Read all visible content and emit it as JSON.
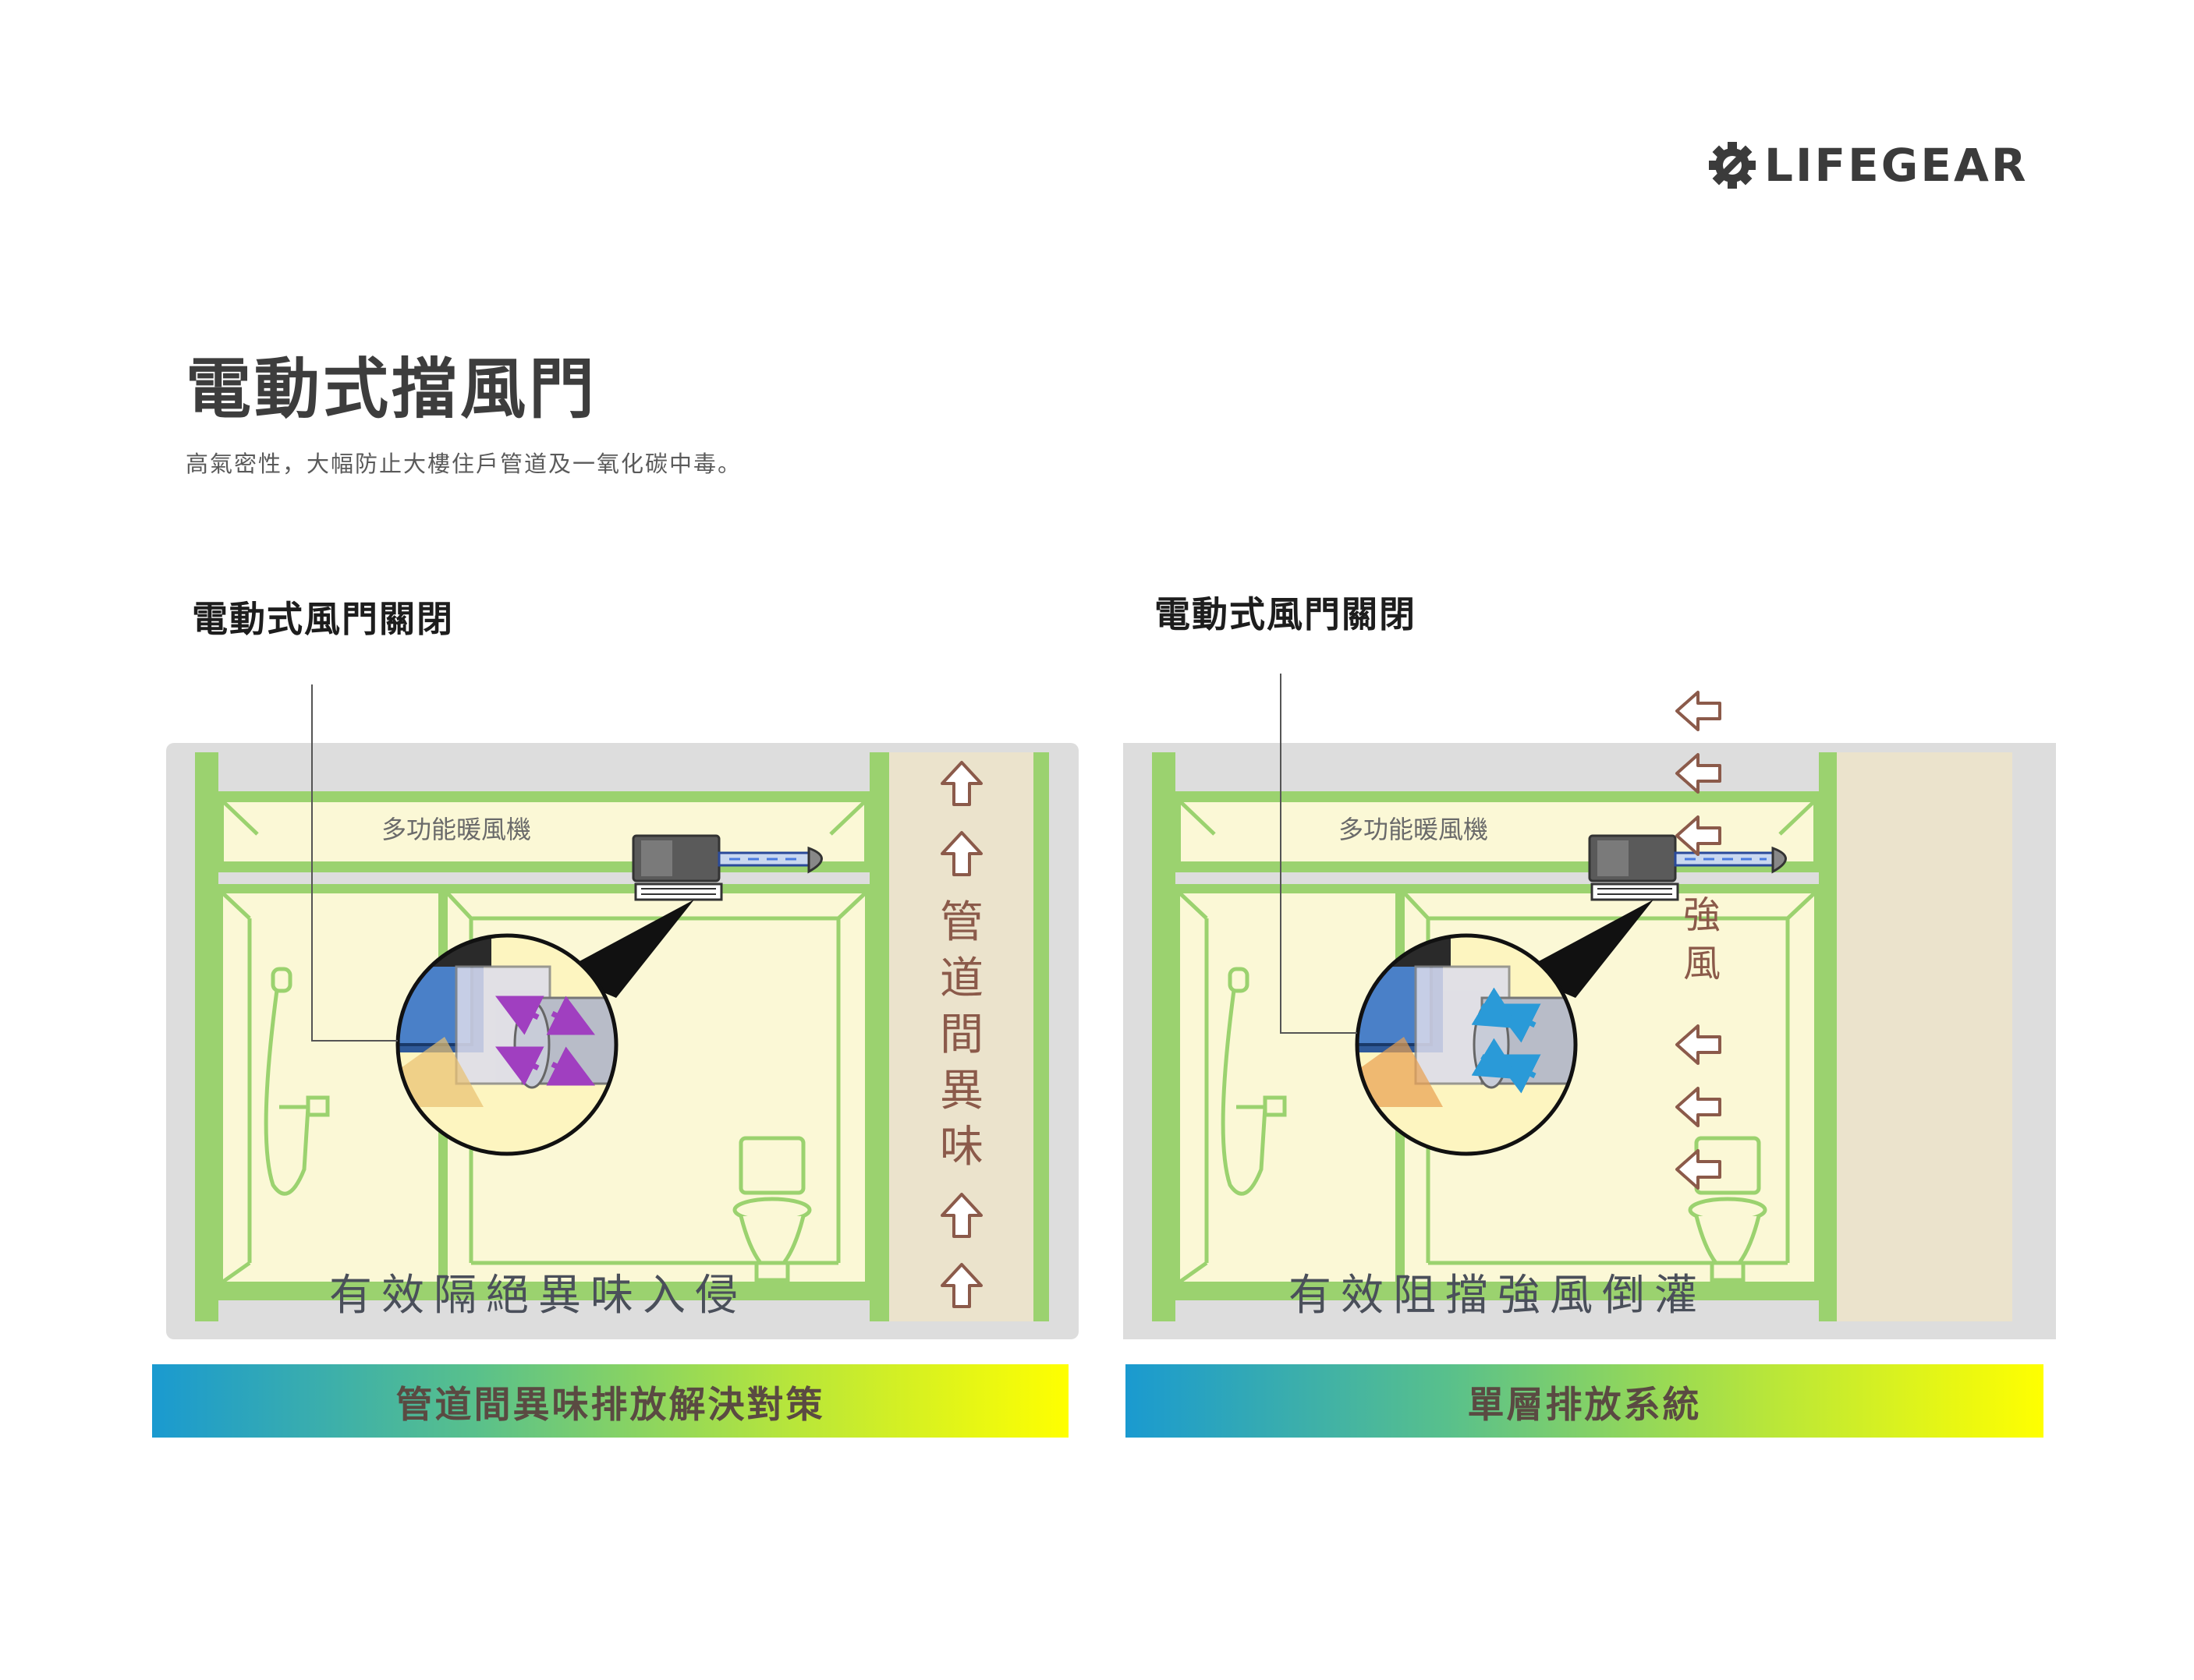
{
  "brand": {
    "name": "LIFEGEAR",
    "icon": "gear-logo-icon"
  },
  "header": {
    "title": "電動式擋風門",
    "subtitle": "高氣密性，大幅防止大樓住戶管道及一氧化碳中毒。"
  },
  "panels": [
    {
      "heading": "電動式風門關閉",
      "unit_label": "多功能暖風機",
      "caption": "有效隔絕異味入侵",
      "shaft_text": [
        "管",
        "道",
        "間",
        "異",
        "味"
      ],
      "banner": "管道間異味排放解決對策",
      "arrow_color": "#8b5a4a",
      "inset_arrow_color": "#a03fc0"
    },
    {
      "heading": "電動式風門關閉",
      "unit_label": "多功能暖風機",
      "caption": "有效阻擋強風倒灌",
      "shaft_text": [
        "強",
        "風"
      ],
      "banner": "單層排放系統",
      "arrow_color": "#8b5a4a",
      "inset_arrow_color": "#2a9ad8"
    }
  ],
  "colors": {
    "wall_green": "#9bd26f",
    "room_fill": "#fbf8d6",
    "frame_gray": "#dddddd",
    "shaft_beige": "#ebe3cc"
  }
}
